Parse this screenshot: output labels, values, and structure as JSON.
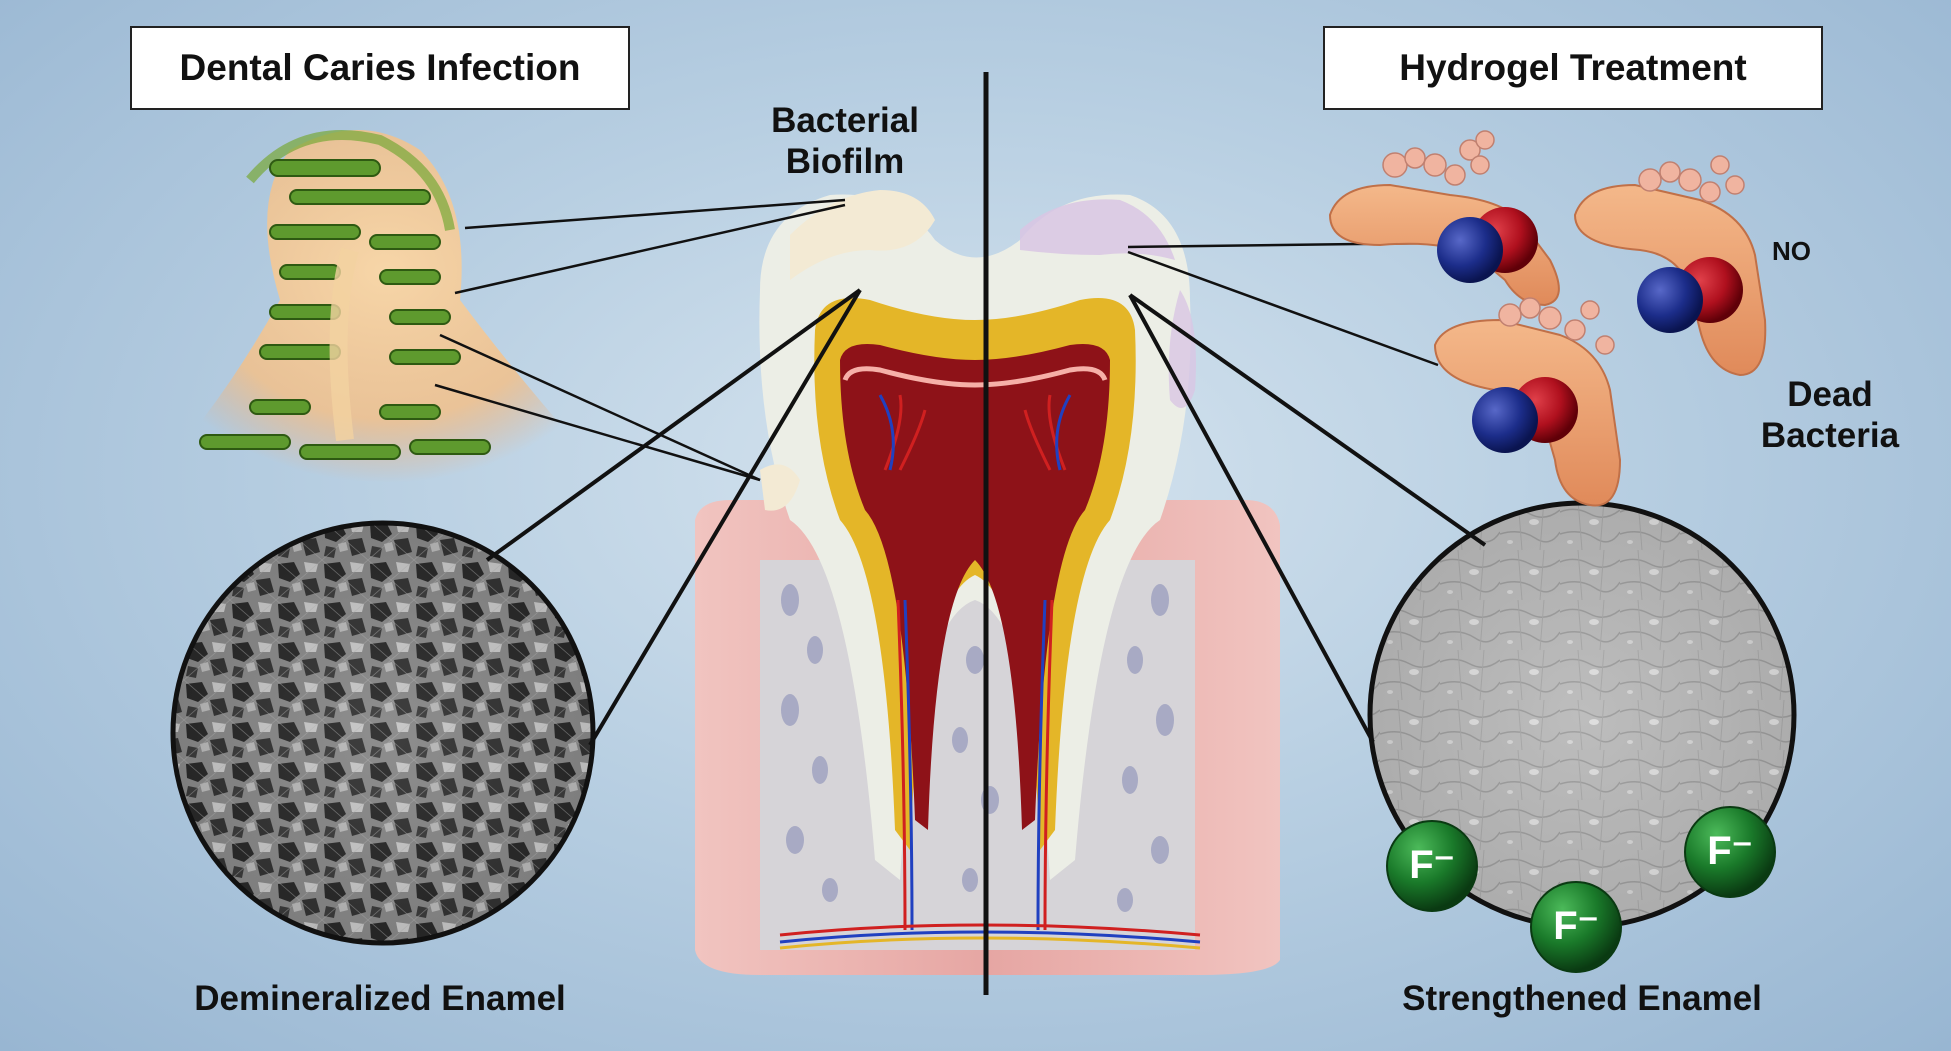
{
  "left_panel": {
    "title": "Dental Caries Infection",
    "caption": "Demineralized Enamel"
  },
  "right_panel": {
    "title": "Hydrogel Treatment",
    "caption": "Strengthened Enamel",
    "no_label": "NO",
    "dead_bacteria_line1": "Dead",
    "dead_bacteria_line2": "Bacteria",
    "fluoride_ion": "F⁻"
  },
  "center": {
    "biofilm_line1": "Bacterial",
    "biofilm_line2": "Biofilm"
  },
  "colors": {
    "background": "#b8cfe2",
    "gum": "#eab3b0",
    "pulp": "#8e1218",
    "dentin": "#e4b628",
    "enamel": "#eceee6",
    "no_blue": "#1c2d8a",
    "no_red": "#b0101e",
    "fluoride_green": "#1a7a2a"
  }
}
